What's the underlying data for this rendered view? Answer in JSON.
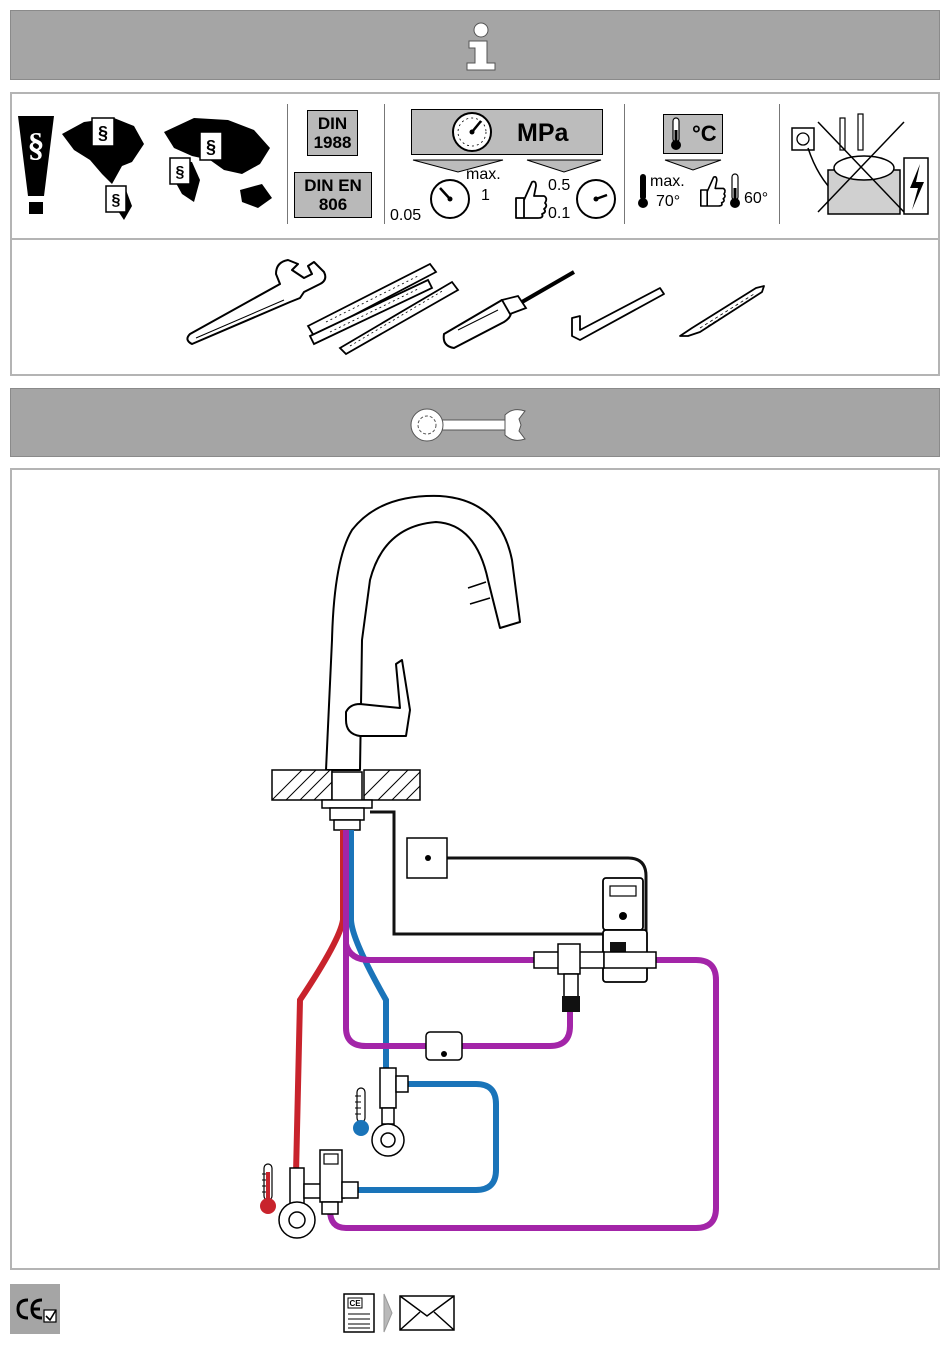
{
  "standards": {
    "din_1": "DIN",
    "din_2": "1988",
    "din_en_1": "DIN  EN",
    "din_en_2": "806"
  },
  "pressure": {
    "unit": "MPa",
    "max_label": "max.",
    "max_value": "1",
    "min_value": "0.05",
    "rec_high": "0.5",
    "rec_low": "0.1"
  },
  "temperature": {
    "unit": "°C",
    "max_label": "max.",
    "max_value": "70°",
    "rec_value": "60°"
  },
  "tools": [
    "adjustable-wrench",
    "folding-rule",
    "screwdriver",
    "hex-key",
    "drill-bit"
  ],
  "colors": {
    "band_gray": "#a5a5a5",
    "hot_red": "#c8232c",
    "cold_blue": "#1a74b9",
    "mixed_purple": "#a325a8",
    "black_wire": "#111111"
  }
}
